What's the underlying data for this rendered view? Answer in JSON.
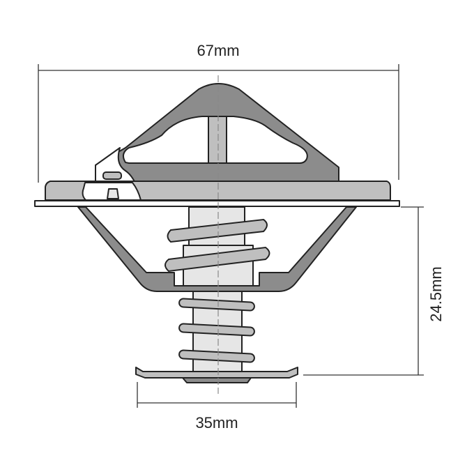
{
  "dimensions": {
    "width_top": "67mm",
    "height_right": "24.5mm",
    "width_bottom": "35mm"
  },
  "colors": {
    "dark_metal": "#8c8c8c",
    "mid_metal": "#bfbfbf",
    "light_metal": "#e6e6e6",
    "outline": "#222222"
  }
}
